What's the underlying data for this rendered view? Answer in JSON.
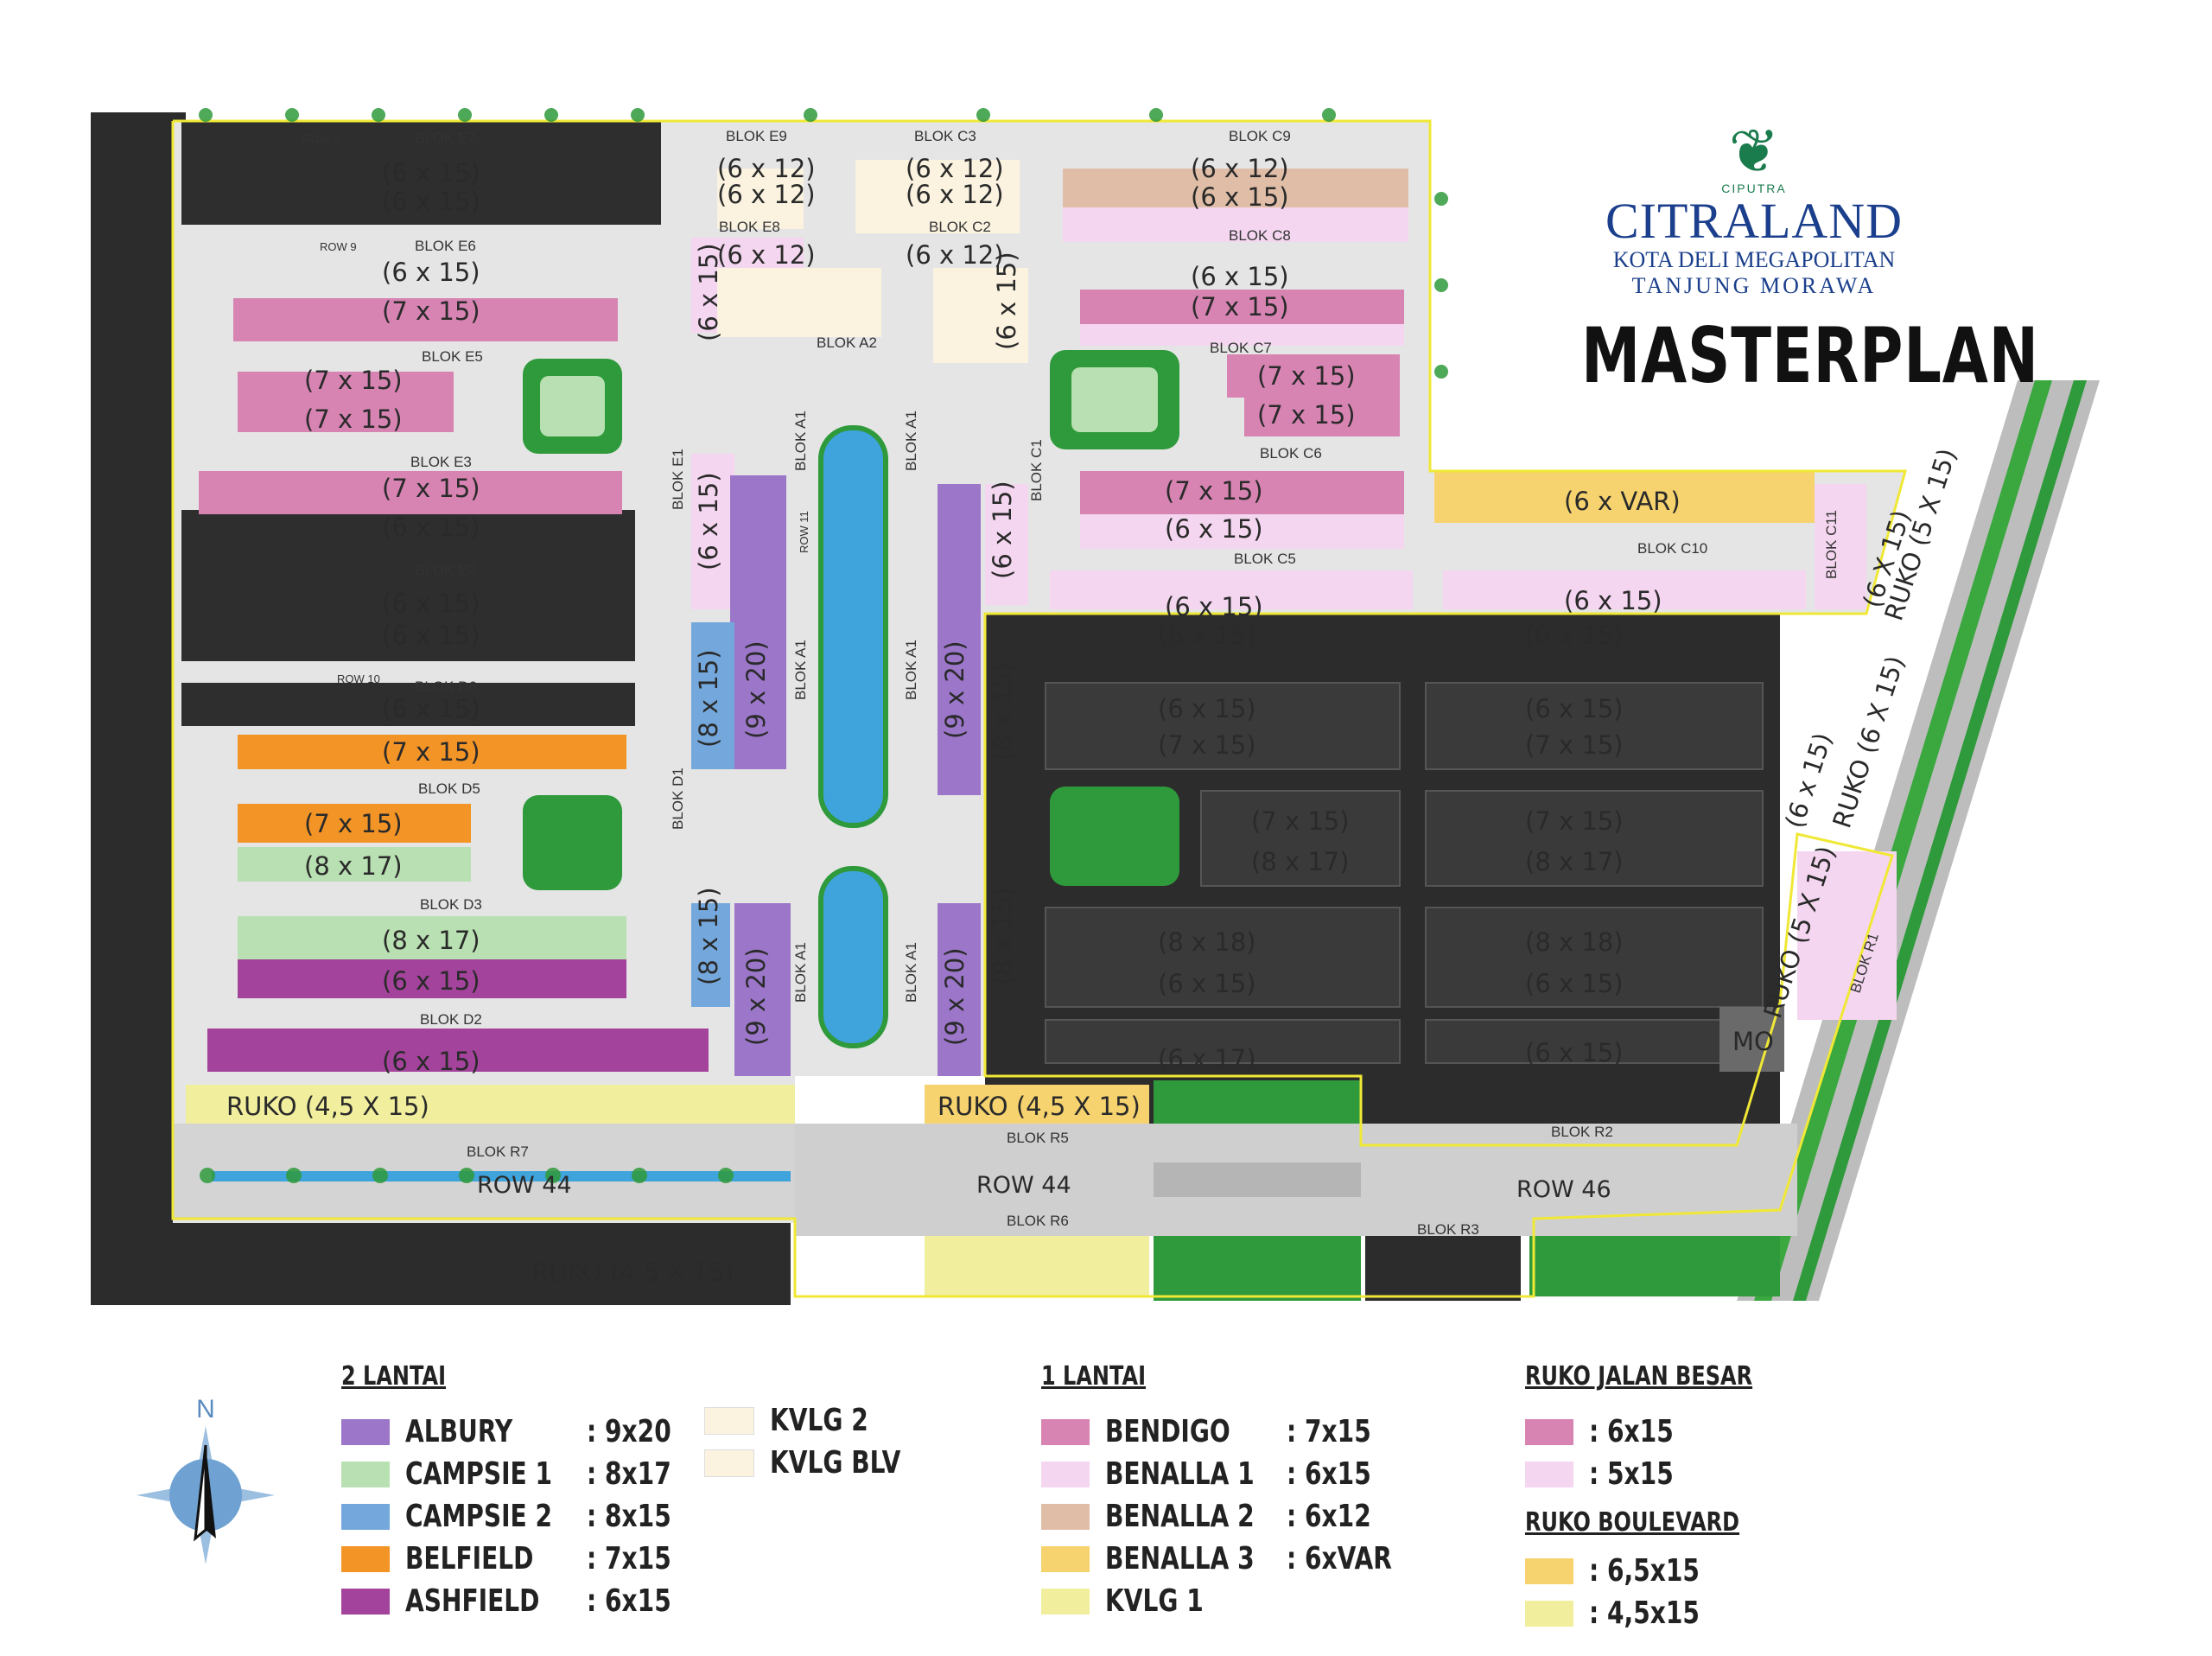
{
  "brand": {
    "ciputra": "CIPUTRA",
    "name": "CITRALAND",
    "line1": "KOTA DELI MEGAPOLITAN",
    "line2": "TANJUNG MORAWA"
  },
  "title": "MASTERPLAN",
  "colors": {
    "albury": "#9b76c9",
    "campsie1": "#b9e0b2",
    "campsie2": "#74a8dc",
    "belfield": "#f39426",
    "ashfield": "#a4439c",
    "kvlg2": "#fbf3e0",
    "kvlgblv": "#fbf3e0",
    "bendigo": "#d784b3",
    "benalla1": "#f5d6f0",
    "benalla2": "#e0bda7",
    "benalla3": "#f6d36f",
    "kvlg1": "#f1ef9e",
    "ruko_jb_6": "#d784b3",
    "ruko_jb_5": "#f5d6f0",
    "ruko_blv_65": "#f6d36f",
    "ruko_blv_45": "#f1ef9e",
    "road": "#cfcfcf",
    "green": "#2f9a3b",
    "lake": "#3fa3dc",
    "dark": "#2c2c2c",
    "boundary": "#f0e836"
  },
  "map": {
    "blocks": {
      "E7": "BLOK E7",
      "E9": "BLOK E9",
      "C3": "BLOK C3",
      "C9": "BLOK C9",
      "E6": "BLOK E6",
      "E8": "BLOK E8",
      "C2": "BLOK C2",
      "C8": "BLOK C8",
      "E5": "BLOK E5",
      "A2": "BLOK A2",
      "C7": "BLOK C7",
      "E3": "BLOK E3",
      "C6": "BLOK C6",
      "E1": "BLOK E1",
      "A1": "BLOK A1",
      "C1": "BLOK C1",
      "C10": "BLOK C10",
      "C11": "BLOK C11",
      "C5": "BLOK C5",
      "E2": "BLOK E2",
      "D6": "BLOK D6",
      "D1": "BLOK D1",
      "D5": "BLOK D5",
      "D3": "BLOK D3",
      "D2": "BLOK D2",
      "R7": "BLOK R7",
      "R5": "BLOK R5",
      "R6": "BLOK R6",
      "R2": "BLOK R2",
      "R3": "BLOK R3",
      "R1": "BLOK R1"
    },
    "sizes": {
      "s6x15": "(6 x 15)",
      "s6x12": "(6 x 12)",
      "s7x15": "(7 x 15)",
      "s8x17": "(8 x 17)",
      "s8x18": "(8 x 18)",
      "s9x20": "(9 x 20)",
      "s8x15": "(8 x 15)",
      "s6x17": "(6 x 17)",
      "s6var": "(6 x VAR)",
      "ruko45": "RUKO (4,5 X 15)",
      "ruko5": "RUKO (5 X 15)",
      "ruko6": "RUKO (6 X 15)",
      "s6x15b": "(6 X 15)"
    },
    "rows": {
      "r8": "ROW 8",
      "r9": "ROW 9",
      "r10": "ROW 10",
      "r11": "ROW 11",
      "r44": "ROW 44",
      "r46": "ROW 46"
    },
    "mo": "MO"
  },
  "legend": {
    "two_floor": {
      "heading": "2 LANTAI",
      "items": [
        {
          "name": "ALBURY",
          "size": ": 9x20"
        },
        {
          "name": "CAMPSIE 1",
          "size": ": 8x17"
        },
        {
          "name": "CAMPSIE 2",
          "size": ": 8x15"
        },
        {
          "name": "BELFIELD",
          "size": ": 7x15"
        },
        {
          "name": "ASHFIELD",
          "size": ": 6x15"
        }
      ],
      "extra": [
        {
          "name": "KVLG 2"
        },
        {
          "name": "KVLG BLV"
        }
      ]
    },
    "one_floor": {
      "heading": "1 LANTAI",
      "items": [
        {
          "name": "BENDIGO",
          "size": ": 7x15"
        },
        {
          "name": "BENALLA 1",
          "size": ": 6x15"
        },
        {
          "name": "BENALLA 2",
          "size": ": 6x12"
        },
        {
          "name": "BENALLA 3",
          "size": ": 6xVAR"
        },
        {
          "name": "KVLG 1",
          "size": ""
        }
      ]
    },
    "ruko_jalan_besar": {
      "heading": "RUKO JALAN BESAR",
      "items": [
        {
          "size": ": 6x15"
        },
        {
          "size": ": 5x15"
        }
      ]
    },
    "ruko_boulevard": {
      "heading": "RUKO BOULEVARD",
      "items": [
        {
          "size": ": 6,5x15"
        },
        {
          "size": ": 4,5x15"
        }
      ]
    },
    "compass": "N"
  }
}
